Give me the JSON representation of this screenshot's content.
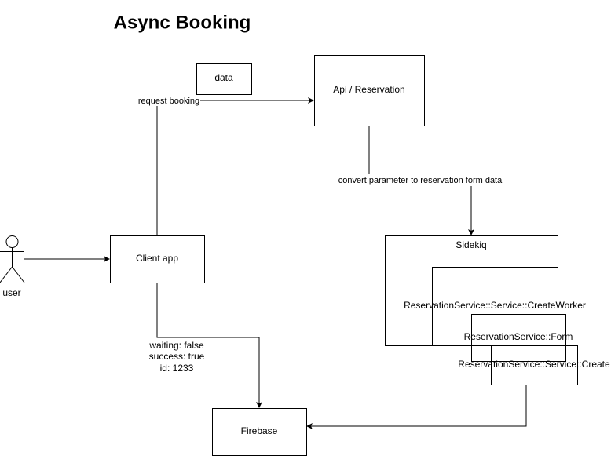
{
  "title": "Async Booking",
  "nodes": {
    "data": "data",
    "api": "Api / Reservation",
    "sidekiq": "Sidekiq",
    "create_worker": "ReservationService::Service::CreateWorker",
    "form": "ReservationService::Form",
    "create": "ReservationService::Service::Create",
    "client_app": "Client app",
    "firebase": "Firebase",
    "user": "user"
  },
  "edges": {
    "request_booking": "request booking",
    "convert": "convert parameter to reservation form data",
    "firebase_payload": [
      "waiting: false",
      "success: true",
      "id: 1233"
    ]
  }
}
